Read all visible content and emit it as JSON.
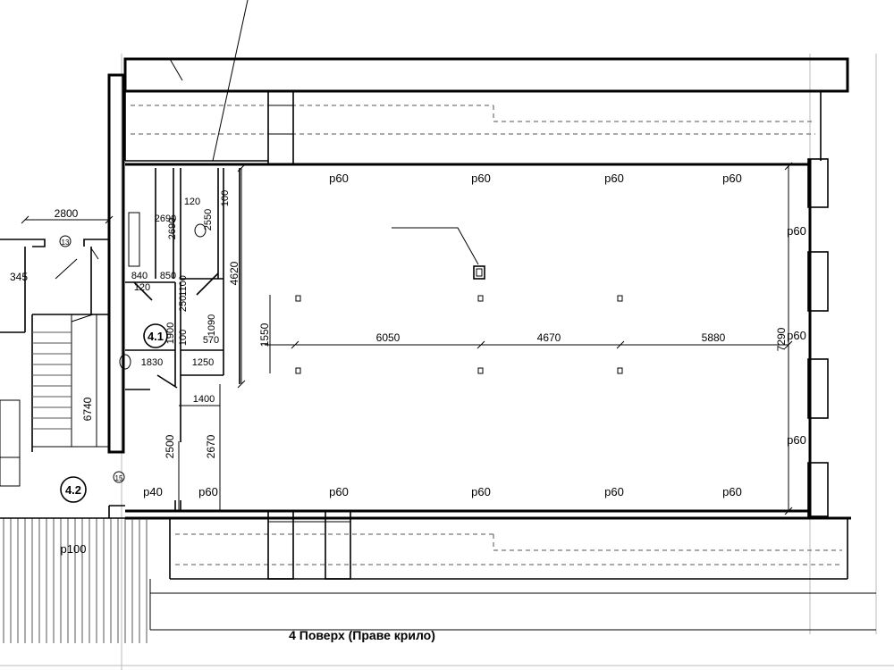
{
  "caption": "4 Поверх (Праве крило)",
  "rooms": {
    "room_a": "4.1",
    "room_b": "4.2",
    "circle_a": "13",
    "circle_b": "15"
  },
  "wall_marks": {
    "top": [
      "р60",
      "р60",
      "р60",
      "р60"
    ],
    "bottom": [
      "р60",
      "р60",
      "р60",
      "р60",
      "р60"
    ],
    "right": [
      "р60",
      "р60",
      "р60"
    ],
    "left_bottom": "р40",
    "stair": "р100"
  },
  "dimensions": {
    "d2800": "2800",
    "d345": "345",
    "d6740": "6740",
    "d2690": "2690",
    "d120a": "120",
    "d100a": "100",
    "d2550": "2550",
    "d4620": "4620",
    "d840": "840",
    "d850": "850",
    "d120b": "120",
    "d250": "250",
    "d100b": "100",
    "d1090": "1090",
    "d1900": "1900",
    "d1100": "1100",
    "d570": "570",
    "d1830": "1830",
    "d1250": "1250",
    "d1400": "1400",
    "d2500": "2500",
    "d2670": "2670",
    "d1550": "1550",
    "d6050": "6050",
    "d4670": "4670",
    "d5880": "5880",
    "d7290": "7290"
  }
}
